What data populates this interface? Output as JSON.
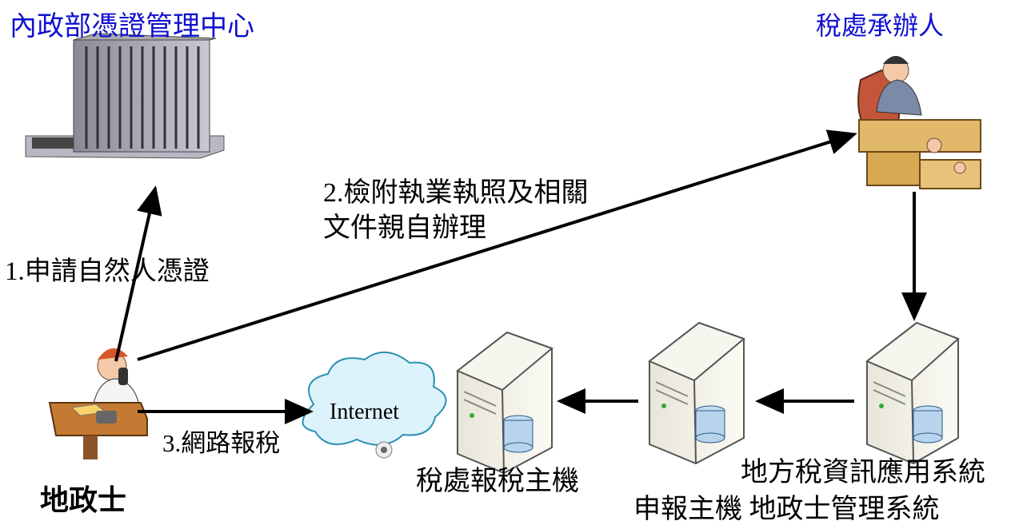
{
  "nodes": {
    "moi_center": "內政部憑證管理中心",
    "tax_officer": "稅處承辦人",
    "land_agent": "地政士",
    "tax_server": "稅處報稅主機",
    "local_system": "地方稅資訊應用系統",
    "declare_system": "申報主機 地政士管理系統",
    "internet": "Internet"
  },
  "steps": {
    "step1": "1.申請自然人憑證",
    "step2_line1": "2.檢附執業執照及相關",
    "step2_line2": "文件親自辦理",
    "step3": "3.網路報稅"
  },
  "colors": {
    "title_blue": "#1010d0",
    "cloud_fill": "#ddf3fb",
    "server_fill": "#f2f0e6",
    "arrow": "#000000"
  }
}
